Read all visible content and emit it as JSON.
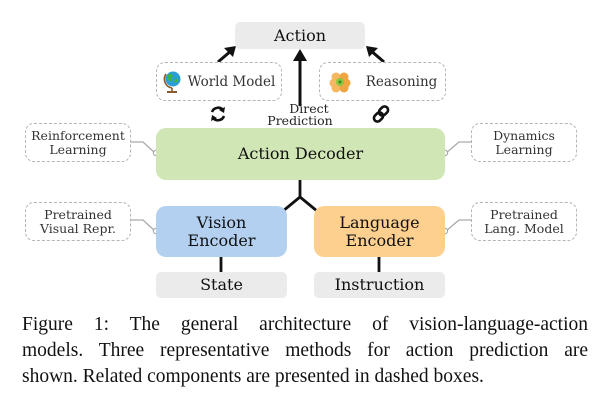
{
  "diagram": {
    "output": {
      "label": "Action"
    },
    "methods": {
      "world_model": {
        "label": "World Model",
        "icon": "globe-icon",
        "relation_icon": "refresh-cycle-icon"
      },
      "direct": {
        "label_line1": "Direct",
        "label_line2": "Prediction"
      },
      "reasoning": {
        "label": "Reasoning",
        "icon": "brain-icon",
        "relation_icon": "chain-link-icon"
      }
    },
    "decoder": {
      "label": "Action Decoder",
      "color": "#d0e6b5"
    },
    "vision_encoder": {
      "label_line1": "Vision",
      "label_line2": "Encoder",
      "color": "#b3d0f0"
    },
    "language_encoder": {
      "label_line1": "Language",
      "label_line2": "Encoder",
      "color": "#fdd08f"
    },
    "inputs": {
      "state": {
        "label": "State"
      },
      "instruction": {
        "label": "Instruction"
      }
    },
    "related": {
      "reinforcement": {
        "line1": "Reinforcement",
        "line2": "Learning"
      },
      "dynamics": {
        "line1": "Dynamics",
        "line2": "Learning"
      },
      "visual_repr": {
        "line1": "Pretrained",
        "line2": "Visual Repr."
      },
      "lang_model": {
        "line1": "Pretrained",
        "line2": "Lang. Model"
      }
    }
  },
  "caption": {
    "line1": "Figure 1: The general architecture of vision-language-action",
    "line2": "models. Three representative methods for action prediction are",
    "line3": "shown. Related components are presented in dashed boxes."
  }
}
